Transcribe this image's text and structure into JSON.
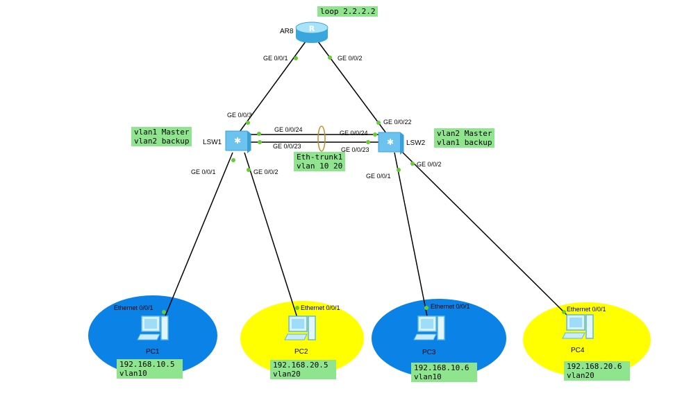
{
  "devices": {
    "router": {
      "name": "AR8"
    },
    "sw1": {
      "name": "LSW1"
    },
    "sw2": {
      "name": "LSW2"
    },
    "pcs": [
      {
        "name": "PC1"
      },
      {
        "name": "PC2"
      },
      {
        "name": "PC3"
      },
      {
        "name": "PC4"
      }
    ]
  },
  "notes": {
    "loopback": "loop 2.2.2.2",
    "sw1_roles": [
      "vlan1 Master",
      "vlan2 backup"
    ],
    "sw2_roles": [
      "vlan2 Master",
      "vlan1 backup"
    ],
    "trunk": [
      "Eth-trunk1",
      "vlan 10 20"
    ],
    "pc1": [
      "192.168.10.5",
      "vlan10"
    ],
    "pc2": [
      "192.168.20.5",
      "vlan20"
    ],
    "pc3": [
      "192.168.10.6",
      "vlan10"
    ],
    "pc4": [
      "192.168.20.6",
      "vlan20"
    ]
  },
  "ports": {
    "ar_ge1": "GE 0/0/1",
    "ar_ge2": "GE 0/0/2",
    "sw1_ge3": "GE 0/0/3",
    "sw1_ge24": "GE 0/0/24",
    "sw1_ge23": "GE 0/0/23",
    "sw1_ge1": "GE 0/0/1",
    "sw1_ge2": "GE 0/0/2",
    "sw2_ge22": "GE 0/0/22",
    "sw2_ge24": "GE 0/0/24",
    "sw2_ge23": "GE 0/0/23",
    "sw2_ge1": "GE 0/0/1",
    "sw2_ge2": "GE 0/0/2",
    "pc1_eth": "Ethernet 0/0/1",
    "pc2_eth": "Ethernet 0/0/1",
    "pc3_eth": "Ethernet 0/0/1",
    "pc4_eth": "Ethernet 0/0/1"
  },
  "colors": {
    "vlan10_zone": "#0a82e6",
    "vlan20_zone": "#ffff00",
    "note_bg": "#8ee58e",
    "port_dot": "#66cc33",
    "router": "#7fd0f5",
    "switch": "#6cc3ef",
    "trunk_ring": "#c8892d"
  }
}
